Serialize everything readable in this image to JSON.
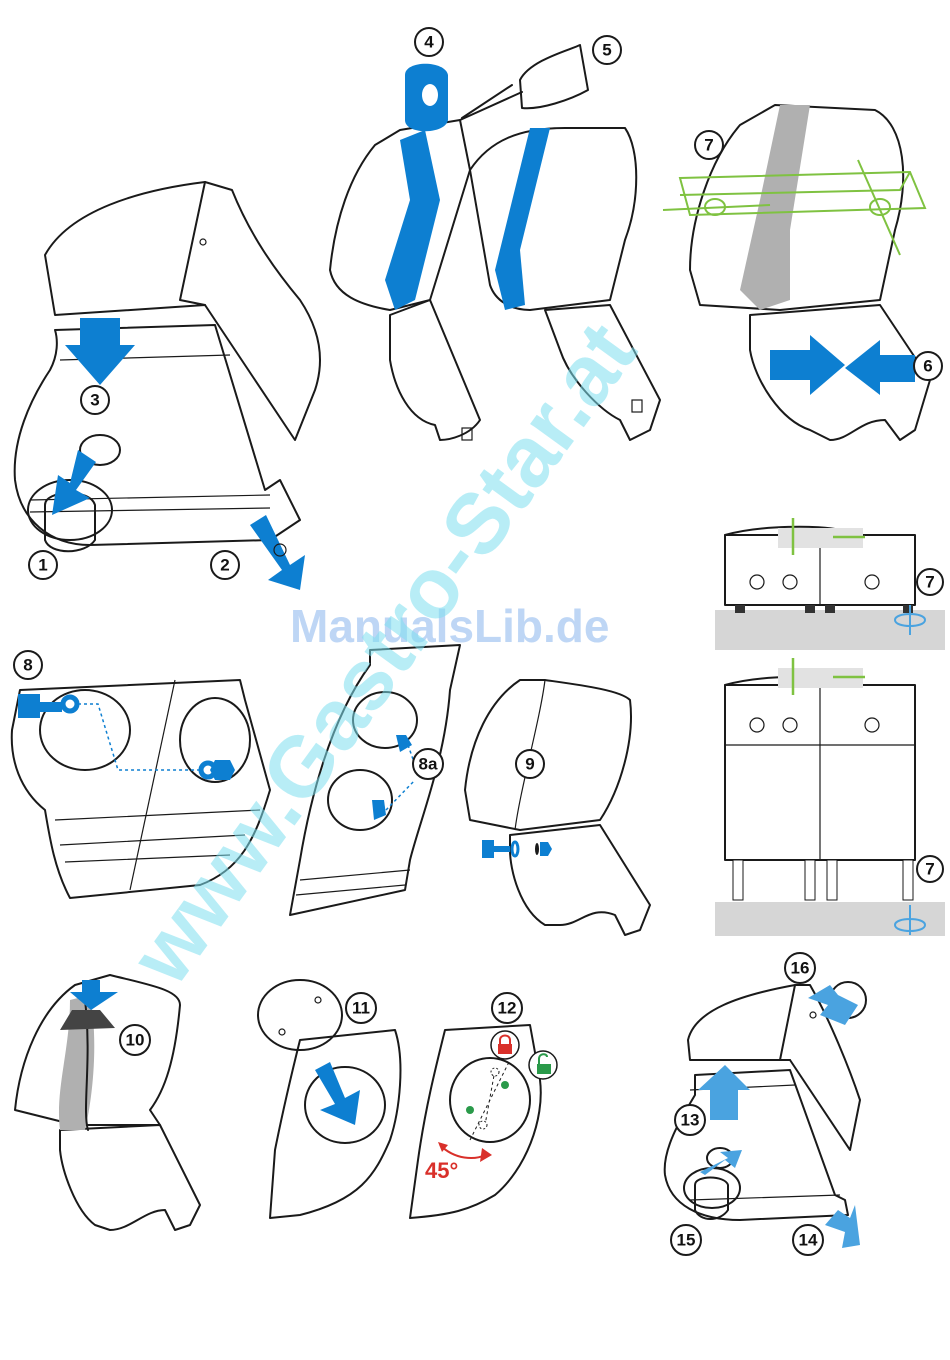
{
  "colors": {
    "accent_blue": "#0d7fd1",
    "light_blue": "#4aa3e0",
    "green": "#7fc241",
    "red": "#d9302a",
    "grey_band": "#b0b0b0",
    "floor": "#d6d6d6",
    "outline": "#1a1a1a"
  },
  "callouts": {
    "c1": "1",
    "c2": "2",
    "c3": "3",
    "c4": "4",
    "c5": "5",
    "c6": "6",
    "c7a": "7",
    "c7b": "7",
    "c7c": "7",
    "c8": "8",
    "c8a": "8a",
    "c9": "9",
    "c10": "10",
    "c11": "11",
    "c12": "12",
    "c13": "13",
    "c14": "14",
    "c15": "15",
    "c16": "16"
  },
  "rotation_angle": "45°",
  "icons": {
    "lock": "padlock-closed-icon",
    "unlock": "padlock-open-icon"
  },
  "watermark": {
    "main": "ManualsLib.de",
    "diagonal": "www.Gastro-Star.at"
  }
}
